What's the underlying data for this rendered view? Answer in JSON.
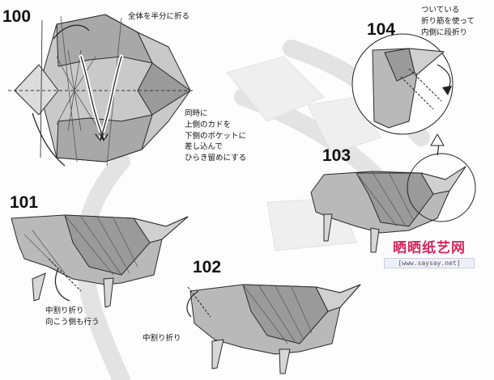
{
  "steps": {
    "s100": "100",
    "s101": "101",
    "s102": "102",
    "s103": "103",
    "s104": "104"
  },
  "notes": {
    "fold_half": "全体を半分に折る",
    "simultaneous": [
      "同時に",
      "上側のカドを",
      "下側のポケットに",
      "差し込んで",
      "ひらき留めにする"
    ],
    "inside_reverse_both": [
      "中割り折り",
      "向こう側も行う"
    ],
    "inside_reverse": "中割り折り",
    "use_creases": [
      "ついている",
      "折り筋を使って",
      "内側に段折り"
    ]
  },
  "watermark": {
    "logo": "晒晒纸艺网",
    "url": "[www.saysay.net]"
  },
  "colors": {
    "paper_gray": "#b9b9b9",
    "paper_dark": "#8e8e8e",
    "paper_light": "#d6d6d6",
    "outline": "#2a2a2a",
    "ghost": "#e6e6e6",
    "accent_text": "#d8245a"
  }
}
